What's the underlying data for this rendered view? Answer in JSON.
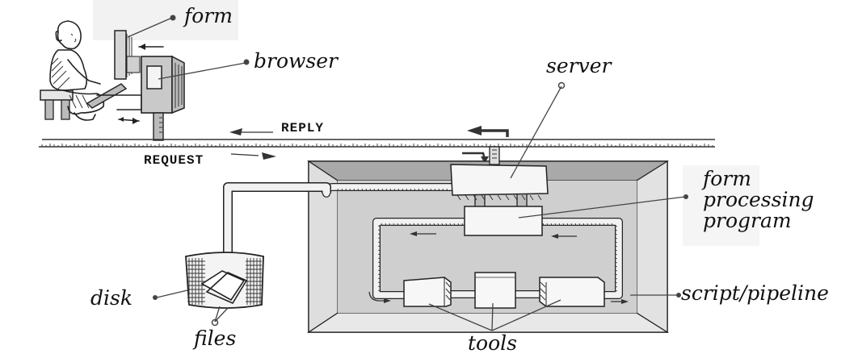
{
  "title": "Form processing diagram",
  "labels": {
    "form": "form",
    "browser": "browser",
    "server": "server",
    "form_processing_program_line1": "form",
    "form_processing_program_line2": "processing",
    "form_processing_program_line3": "program",
    "script_pipeline": "script/pipeline",
    "disk": "disk",
    "files": "files",
    "tools": "tools"
  },
  "network": {
    "reply_label": "REPLY",
    "request_label": "REQUEST"
  },
  "colors": {
    "background": "#ffffff",
    "server_room_outer": "#a9a9a9",
    "server_room_wall": "#d9d9d9",
    "server_room_floor": "#cfcfcf",
    "box_fill": "#f6f6f6",
    "ink": "#222222",
    "label_backdrop": "#f2f2f2"
  }
}
